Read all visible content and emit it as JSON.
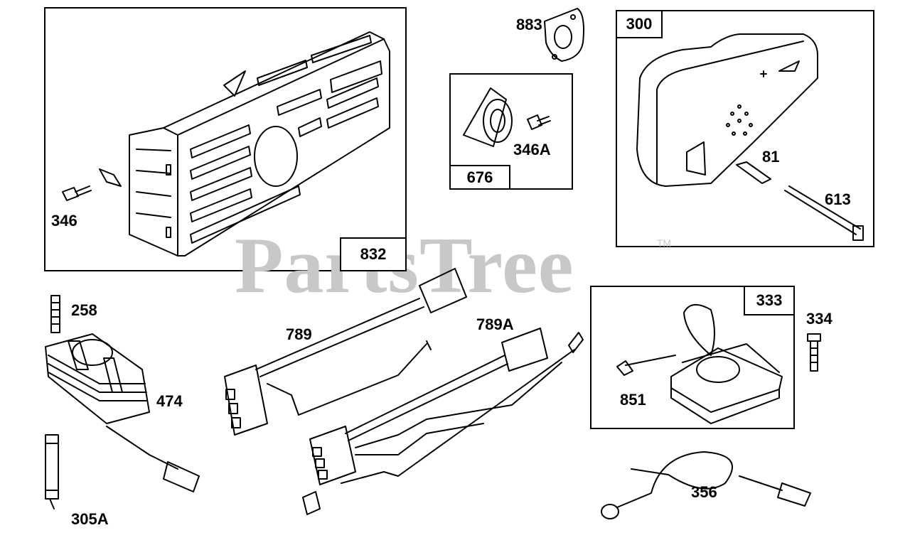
{
  "watermark": {
    "text": "PartsTree",
    "trademark": "TM",
    "color": "#c8c8c8"
  },
  "boxes": {
    "b832": "832",
    "b676": "676",
    "b300": "300",
    "b333": "333"
  },
  "parts": {
    "p883": "883",
    "p346": "346",
    "p346A": "346A",
    "p81": "81",
    "p613": "613",
    "p258": "258",
    "p474": "474",
    "p305A": "305A",
    "p789": "789",
    "p789A": "789A",
    "p334": "334",
    "p851": "851",
    "p356": "356"
  }
}
